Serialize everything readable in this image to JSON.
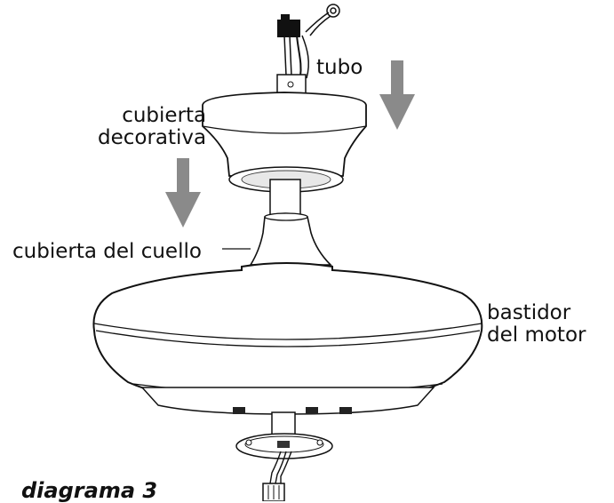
{
  "labels": {
    "tubo": "tubo",
    "cubierta_decorativa_line1": "cubierta",
    "cubierta_decorativa_line2": "decorativa",
    "cubierta_del_cuello": "cubierta del cuello",
    "bastidor_line1": "bastidor",
    "bastidor_line2": "del motor"
  },
  "caption": "diagrama 3",
  "colors": {
    "arrow": "#8a8a8a",
    "outline": "#111111",
    "fill": "#ffffff"
  }
}
